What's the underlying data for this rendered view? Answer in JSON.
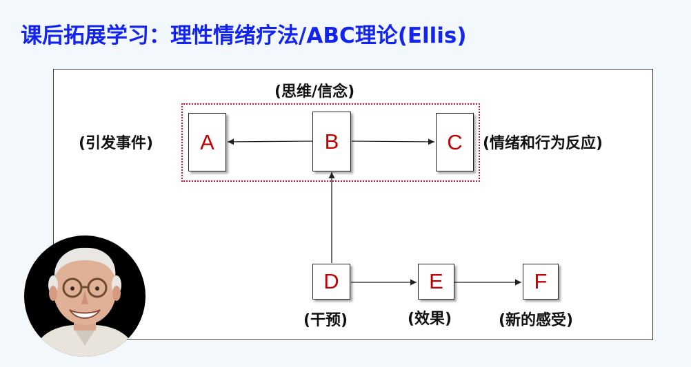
{
  "title": "课后拓展学习：理性情绪疗法/ABC理论(Ellis)",
  "group_label": "(思维/信念)",
  "nodes": {
    "A": {
      "letter": "A",
      "label": "(引发事件)"
    },
    "B": {
      "letter": "B"
    },
    "C": {
      "letter": "C",
      "label": "(情绪和行为反应)"
    },
    "D": {
      "letter": "D",
      "label": "(干预)"
    },
    "E": {
      "letter": "E",
      "label": "(效果)"
    },
    "F": {
      "letter": "F",
      "label": "(新的感受)"
    }
  },
  "edges": [
    {
      "from": "B",
      "to": "A"
    },
    {
      "from": "B",
      "to": "C"
    },
    {
      "from": "D",
      "to": "B"
    },
    {
      "from": "D",
      "to": "E"
    },
    {
      "from": "E",
      "to": "F"
    }
  ],
  "colors": {
    "title": "#1224ee",
    "node_letter": "#c00000",
    "group_border": "#c0182a"
  }
}
